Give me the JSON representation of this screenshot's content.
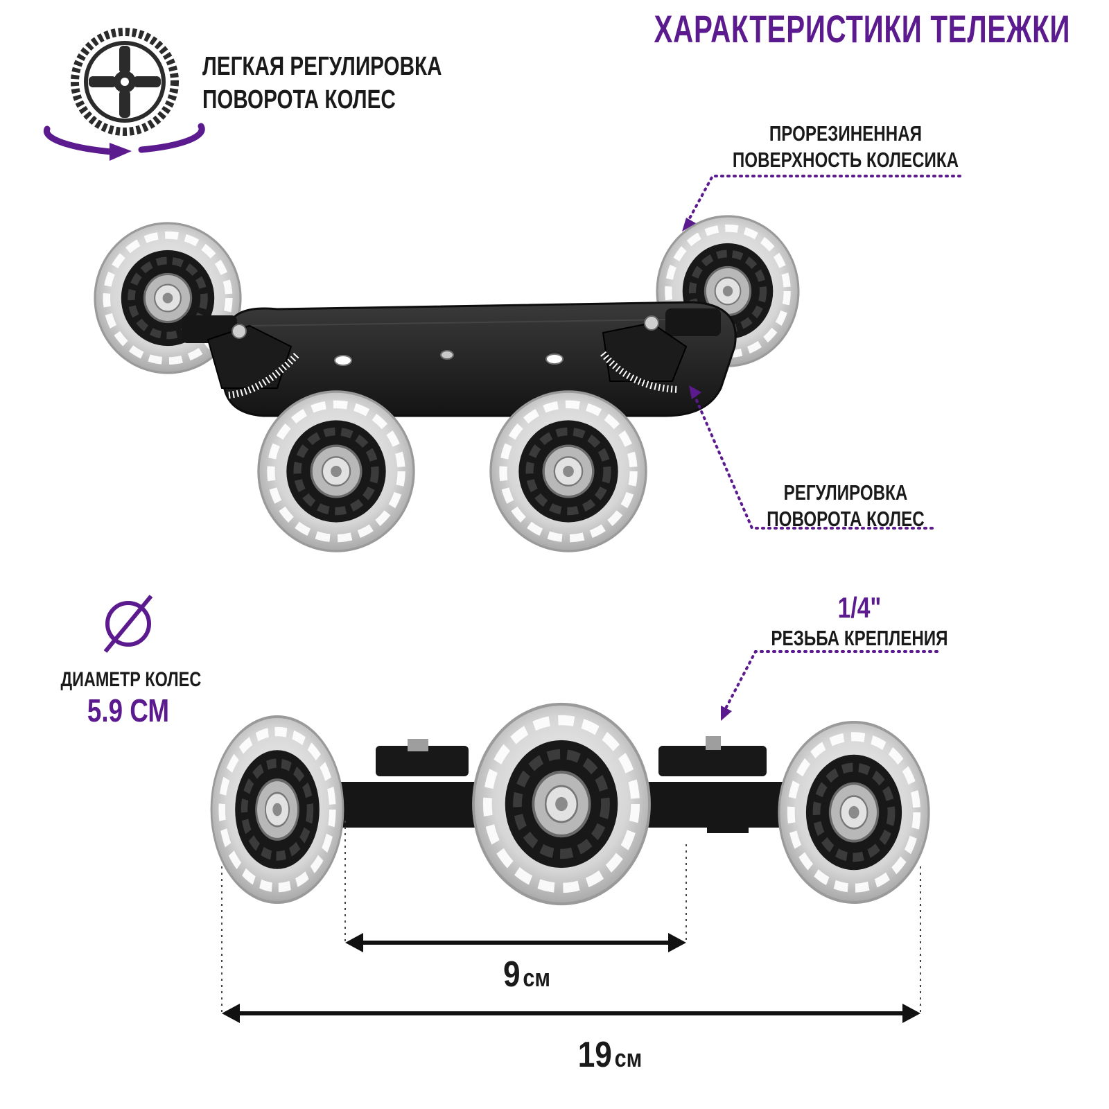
{
  "title": "ХАРАКТЕРИСТИКИ ТЕЛЕЖКИ",
  "feature_easy_adjust": {
    "line1": "ЛЕГКАЯ РЕГУЛИРОВКА",
    "line2": "ПОВОРОТА КОЛЕС",
    "icon": "wheel-rotate-icon"
  },
  "callouts": {
    "rubber_surface": {
      "line1": "ПРОРЕЗИНЕННАЯ",
      "line2": "ПОВЕРХНОСТЬ КОЛЕСИКА"
    },
    "wheel_adjust": {
      "line1": "РЕГУЛИРОВКА",
      "line2": "ПОВОРОТА КОЛЕС"
    },
    "mount_thread": {
      "size": "1/4\"",
      "label": "РЕЗЬБА КРЕПЛЕНИЯ"
    }
  },
  "diameter": {
    "icon": "diameter-icon",
    "label": "ДИАМЕТР КОЛЕС",
    "value": "5.9 СМ"
  },
  "dimensions": {
    "inner": {
      "value": "9",
      "unit": "см"
    },
    "overall": {
      "value": "19",
      "unit": "см"
    }
  },
  "colors": {
    "accent": "#5c1a8f",
    "text": "#1a1a1a",
    "plate": "#1e1e1e",
    "wheel_tread": "#dcdcdc"
  }
}
